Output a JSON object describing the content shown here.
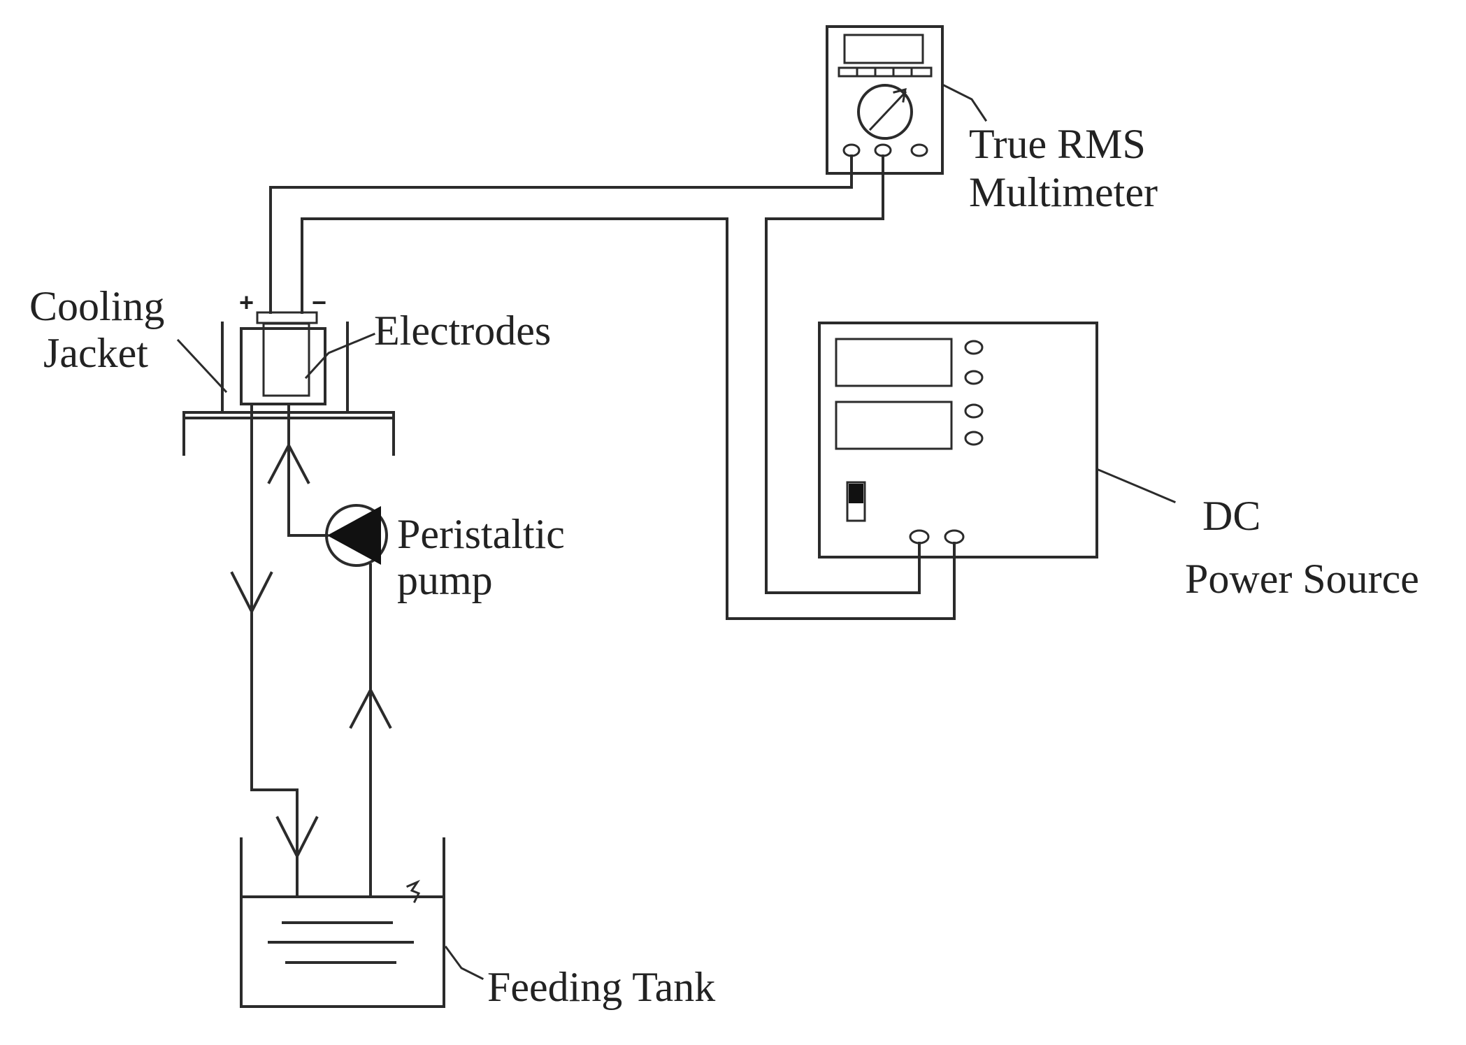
{
  "labels": {
    "cooling_jacket_line1": "Cooling",
    "cooling_jacket_line2": "Jacket",
    "electrodes": "Electrodes",
    "peristaltic_line1": "Peristaltic",
    "peristaltic_line2": "pump",
    "multimeter_line1": "True RMS",
    "multimeter_line2": "Multimeter",
    "dc_line1": "DC",
    "dc_line2": "Power Source",
    "feeding_tank": "Feeding Tank",
    "plus": "+",
    "minus": "−"
  },
  "colors": {
    "stroke": "#2b2b2b",
    "electrode_fill": "#c9c9c9",
    "pump_fill": "#111111"
  }
}
